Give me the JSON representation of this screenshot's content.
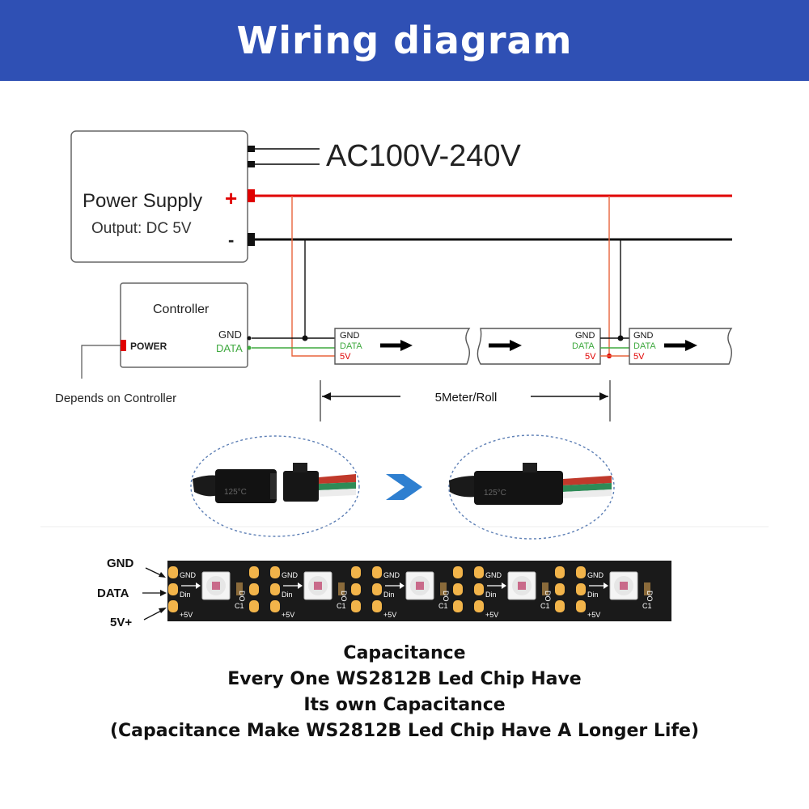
{
  "header": {
    "title": "Wiring diagram"
  },
  "power_supply": {
    "ac_label": "AC100V-240V",
    "title": "Power Supply",
    "plus": "+",
    "minus": "-",
    "output": "Output: DC 5V"
  },
  "controller": {
    "title": "Controller",
    "power_label": "POWER",
    "gnd": "GND",
    "data": "DATA",
    "note": "Depends on Controller"
  },
  "strip_terminals": {
    "gnd": "GND",
    "data": "DATA",
    "v5": "5V"
  },
  "roll_length": "5Meter/Roll",
  "connector_print": "125°C",
  "pcb": {
    "side_gnd": "GND",
    "side_data": "DATA",
    "side_5v": "5V+",
    "seg_gnd": "GND",
    "seg_din": "Din",
    "seg_do": "DO",
    "seg_5v": "+5V",
    "seg_c1": "C1"
  },
  "capacitance": {
    "line1": "Capacitance",
    "line2": "Every One WS2812B Led Chip Have",
    "line3": "Its own Capacitance",
    "line4": "(Capacitance Make WS2812B Led Chip Have A Longer Life)"
  },
  "colors": {
    "banner": "#2f50b4",
    "wire_positive": "#e00000",
    "wire_negative": "#111111",
    "wire_data": "#3fa93f",
    "wire_5v_thin": "#e8643c",
    "chevron": "#2e7fd0",
    "pcb": "#1a1a1a",
    "pad": "#f2b44a"
  }
}
